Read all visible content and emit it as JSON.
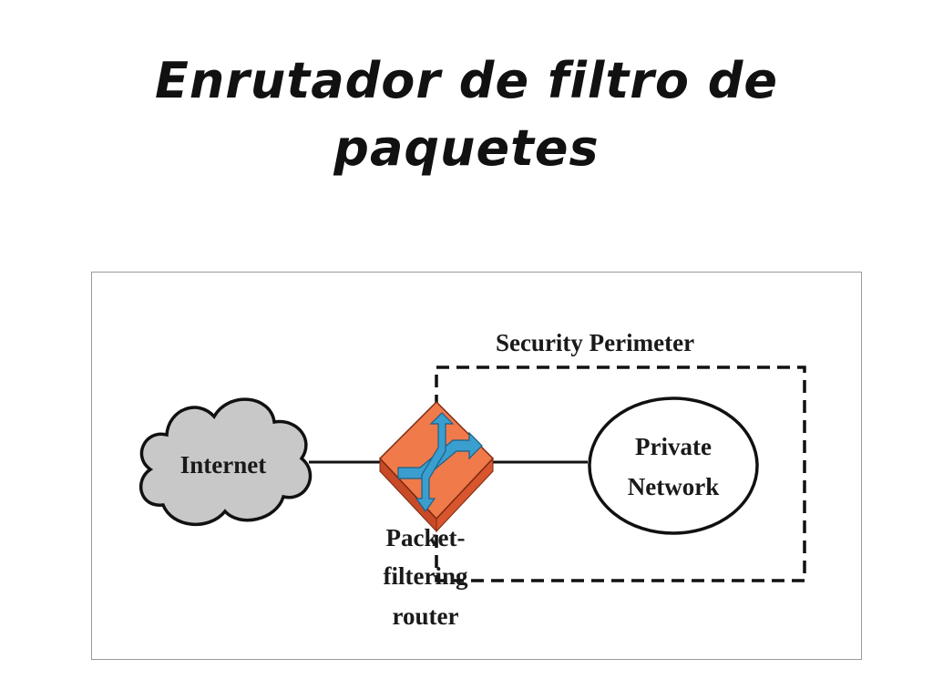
{
  "slide": {
    "title": "Enrutador de filtro de paquetes"
  },
  "diagram": {
    "security_perimeter_label": "Security Perimeter",
    "internet_label": "Internet",
    "private_network_label_line1": "Private",
    "private_network_label_line2": "Network",
    "router_label_line1": "Packet-",
    "router_label_line2": "filtering",
    "router_label_line3": "router",
    "colors": {
      "cloud_fill": "#c8c8c8",
      "router_fill": "#e8623a",
      "router_top": "#f08a5a",
      "arrow_fill": "#3a9ecf",
      "line": "#111111"
    }
  }
}
